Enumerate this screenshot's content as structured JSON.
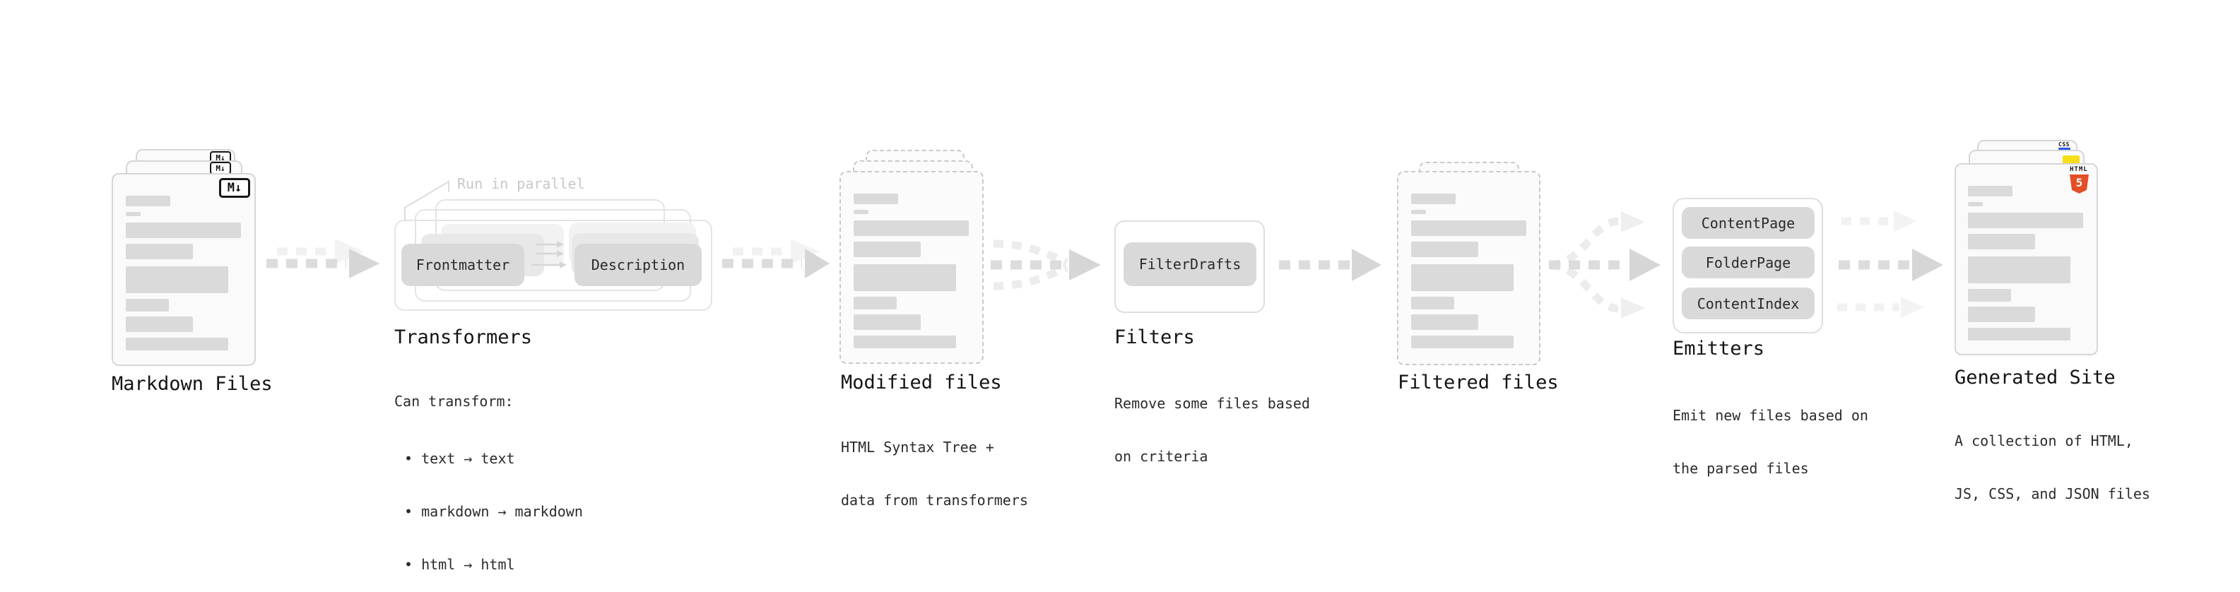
{
  "markdown_files": {
    "title": "Markdown Files",
    "badge": "M↓"
  },
  "transformers": {
    "title": "Transformers",
    "annotation": "Run in parallel",
    "plugin_1": "Frontmatter",
    "plugin_2": "Description",
    "desc_heading": "Can transform:",
    "bullet_1": "• text → text",
    "bullet_2": "• markdown → markdown",
    "bullet_3": "• html → html"
  },
  "modified_files": {
    "title": "Modified files",
    "desc_line_1": "HTML Syntax Tree +",
    "desc_line_2": "data from transformers"
  },
  "filters": {
    "title": "Filters",
    "plugin_1": "FilterDrafts",
    "desc_line_1": "Remove some files based",
    "desc_line_2": "on criteria"
  },
  "filtered_files": {
    "title": "Filtered files"
  },
  "emitters": {
    "title": "Emitters",
    "plugin_1": "ContentPage",
    "plugin_2": "FolderPage",
    "plugin_3": "ContentIndex",
    "desc_line_1": "Emit new files based on",
    "desc_line_2": "the parsed files"
  },
  "generated_site": {
    "title": "Generated Site",
    "desc_line_1": "A collection of HTML,",
    "desc_line_2": "JS, CSS, and JSON files",
    "badge_html_label": "HTML",
    "badge_html_number": "5",
    "badge_css": "CSS"
  },
  "colors": {
    "pipeline_gray": "#d9d9d9",
    "ghost_gray": "#f0f0f0",
    "html5_orange": "#e44d26",
    "js_yellow": "#f5de19",
    "css_blue": "#2d53e5"
  }
}
